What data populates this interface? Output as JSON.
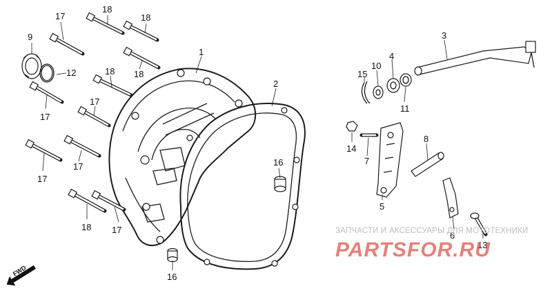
{
  "diagram": {
    "callouts": [
      {
        "id": "c-17a",
        "text": "17"
      },
      {
        "id": "c-18a",
        "text": "18"
      },
      {
        "id": "c-18b",
        "text": "18"
      },
      {
        "id": "c-9",
        "text": "9"
      },
      {
        "id": "c-1",
        "text": "1"
      },
      {
        "id": "c-12",
        "text": "12"
      },
      {
        "id": "c-18c",
        "text": "18"
      },
      {
        "id": "c-18d",
        "text": "18"
      },
      {
        "id": "c-17b",
        "text": "17"
      },
      {
        "id": "c-17c",
        "text": "17"
      },
      {
        "id": "c-17d",
        "text": "17"
      },
      {
        "id": "c-17e",
        "text": "17"
      },
      {
        "id": "c-18e",
        "text": "18"
      },
      {
        "id": "c-17f",
        "text": "17"
      },
      {
        "id": "c-2",
        "text": "2"
      },
      {
        "id": "c-16a",
        "text": "16"
      },
      {
        "id": "c-16b",
        "text": "16"
      },
      {
        "id": "c-3",
        "text": "3"
      },
      {
        "id": "c-4",
        "text": "4"
      },
      {
        "id": "c-10",
        "text": "10"
      },
      {
        "id": "c-15",
        "text": "15"
      },
      {
        "id": "c-11",
        "text": "11"
      },
      {
        "id": "c-14",
        "text": "14"
      },
      {
        "id": "c-7",
        "text": "7"
      },
      {
        "id": "c-8",
        "text": "8"
      },
      {
        "id": "c-5",
        "text": "5"
      },
      {
        "id": "c-6",
        "text": "6"
      },
      {
        "id": "c-13",
        "text": "13"
      }
    ],
    "direction_label": "FWD",
    "watermark": {
      "caption": "ЗАПЧАСТИ И АКСЕССУАРЫ ДЛЯ МОТОТЕХНИКИ",
      "logo": "PARTSFOR.RU",
      "caption_color": "#bdbdbd",
      "logo_color": "#d9574f"
    }
  }
}
